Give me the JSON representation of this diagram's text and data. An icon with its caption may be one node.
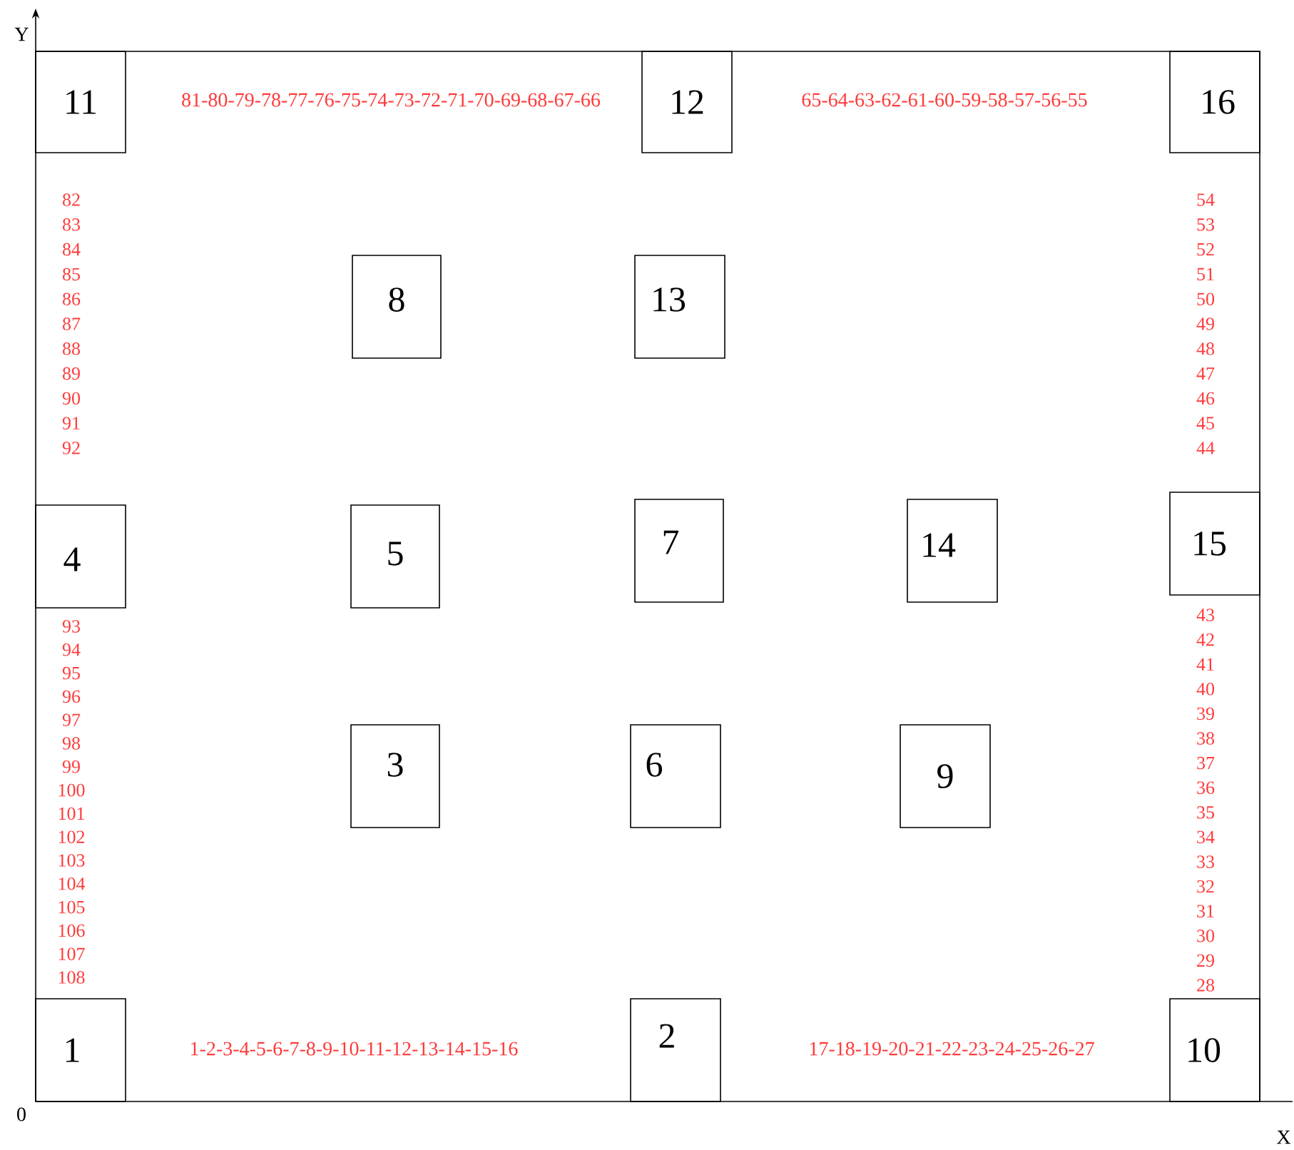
{
  "diagram": {
    "nodes": [
      {
        "text": [
          "11"
        ]
      },
      {
        "text": [
          "12"
        ]
      },
      {
        "text": [
          "16"
        ]
      },
      {
        "text": [
          "8"
        ]
      },
      {
        "text": [
          "13"
        ]
      },
      {
        "text": [
          "4"
        ]
      },
      {
        "text": [
          "5"
        ]
      },
      {
        "text": [
          "7"
        ]
      },
      {
        "text": [
          "14"
        ]
      },
      {
        "text": [
          "15"
        ]
      },
      {
        "text": [
          "3"
        ]
      },
      {
        "text": [
          "6"
        ]
      },
      {
        "text": [
          "9"
        ]
      },
      {
        "text": [
          "1"
        ]
      },
      {
        "text": [
          "2"
        ]
      },
      {
        "text": [
          "10"
        ]
      }
    ],
    "labels": [
      "Y",
      "81-80-79-78-77-76-75-74-73-72-71-70-69-68-67-66",
      "65-64-63-62-61-60-59-58-57-56-55",
      "82",
      "83",
      "84",
      "85",
      "86",
      "87",
      "88",
      "89",
      "90",
      "91",
      "92",
      "54",
      "53",
      "52",
      "51",
      "50",
      "49",
      "48",
      "47",
      "46",
      "45",
      "44",
      "93",
      "94",
      "95",
      "96",
      "97",
      "98",
      "99",
      "100",
      "101",
      "102",
      "103",
      "104",
      "105",
      "106",
      "107",
      "108",
      "43",
      "42",
      "41",
      "40",
      "39",
      "38",
      "37",
      "36",
      "35",
      "34",
      "33",
      "32",
      "31",
      "30",
      "29",
      "28",
      "1-2-3-4-5-6-7-8-9-10-11-12-13-14-15-16",
      "17-18-19-20-21-22-23-24-25-26-27",
      "0",
      "X"
    ]
  }
}
